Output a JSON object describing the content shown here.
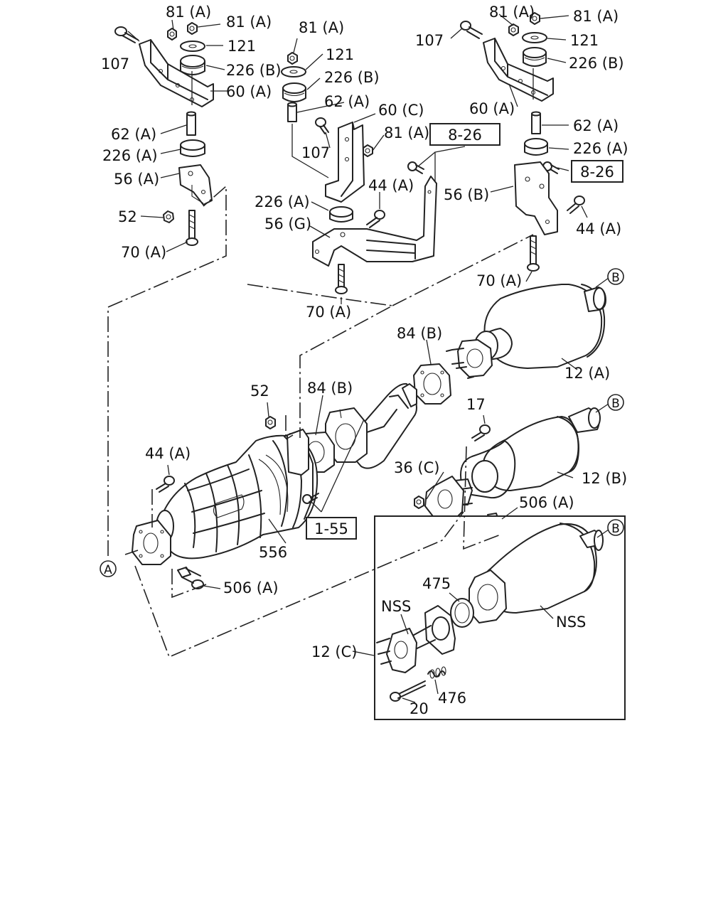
{
  "labels": {
    "l_81a_1": "81 (A)",
    "l_81a_2": "81 (A)",
    "l_121_1": "121",
    "l_107_1": "107",
    "l_226b_1": "226 (B)",
    "l_60a_1": "60 (A)",
    "l_62a_1": "62 (A)",
    "l_226a_1": "226 (A)",
    "l_56a": "56 (A)",
    "l_52_1": "52",
    "l_70a_1": "70 (A)",
    "l_81a_3": "81 (A)",
    "l_121_2": "121",
    "l_226b_2": "226 (B)",
    "l_62a_2": "62 (A)",
    "l_60c": "60 (C)",
    "l_81a_4": "81 (A)",
    "l_107_2": "107",
    "l_226a_2": "226 (A)",
    "l_44a_1": "44 (A)",
    "l_56g": "56 (G)",
    "l_70a_2": "70 (A)",
    "l_81a_5": "81 (A)",
    "l_81a_6": "81 (A)",
    "l_107_3": "107",
    "l_121_3": "121",
    "l_226b_3": "226 (B)",
    "l_60a_2": "60 (A)",
    "l_62a_3": "62 (A)",
    "l_226a_3": "226 (A)",
    "l_56b": "56 (B)",
    "l_44a_2": "44 (A)",
    "l_70a_3": "70 (A)",
    "l_84b_1": "84 (B)",
    "l_12a": "12 (A)",
    "l_52_2": "52",
    "l_84b_2": "84 (B)",
    "l_17": "17",
    "l_12b": "12 (B)",
    "l_44a_3": "44 (A)",
    "l_36c": "36 (C)",
    "l_506a_1": "506 (A)",
    "l_556": "556",
    "l_506a_2": "506 (A)",
    "l_475": "475",
    "l_nss_1": "NSS",
    "l_nss_2": "NSS",
    "l_12c": "12 (C)",
    "l_476": "476",
    "l_20": "20"
  },
  "refs": {
    "ref_826_1": "8-26",
    "ref_826_2": "8-26",
    "ref_155": "1-55"
  },
  "circles": {
    "c_b1": "B",
    "c_b2": "B",
    "c_b3": "B",
    "c_a": "A"
  }
}
